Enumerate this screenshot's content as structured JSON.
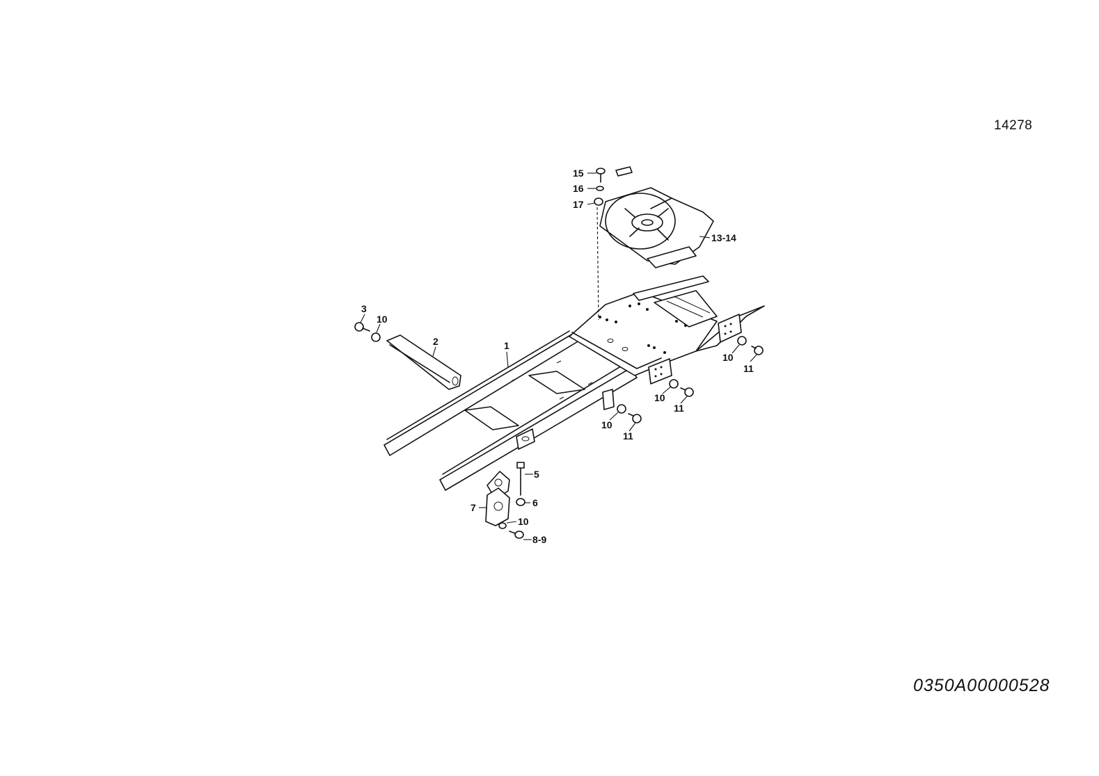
{
  "ref_number": "14278",
  "doc_code": "0350A00000528",
  "callouts": {
    "c1": "1",
    "c2": "2",
    "c3": "3",
    "c5": "5",
    "c6": "6",
    "c7": "7",
    "c8_9": "8-9",
    "c10a": "10",
    "c10b": "10",
    "c10c": "10",
    "c10d": "10",
    "c10e": "10",
    "c11a": "11",
    "c11b": "11",
    "c11c": "11",
    "c13_14": "13-14",
    "c15": "15",
    "c16": "16",
    "c17": "17"
  }
}
